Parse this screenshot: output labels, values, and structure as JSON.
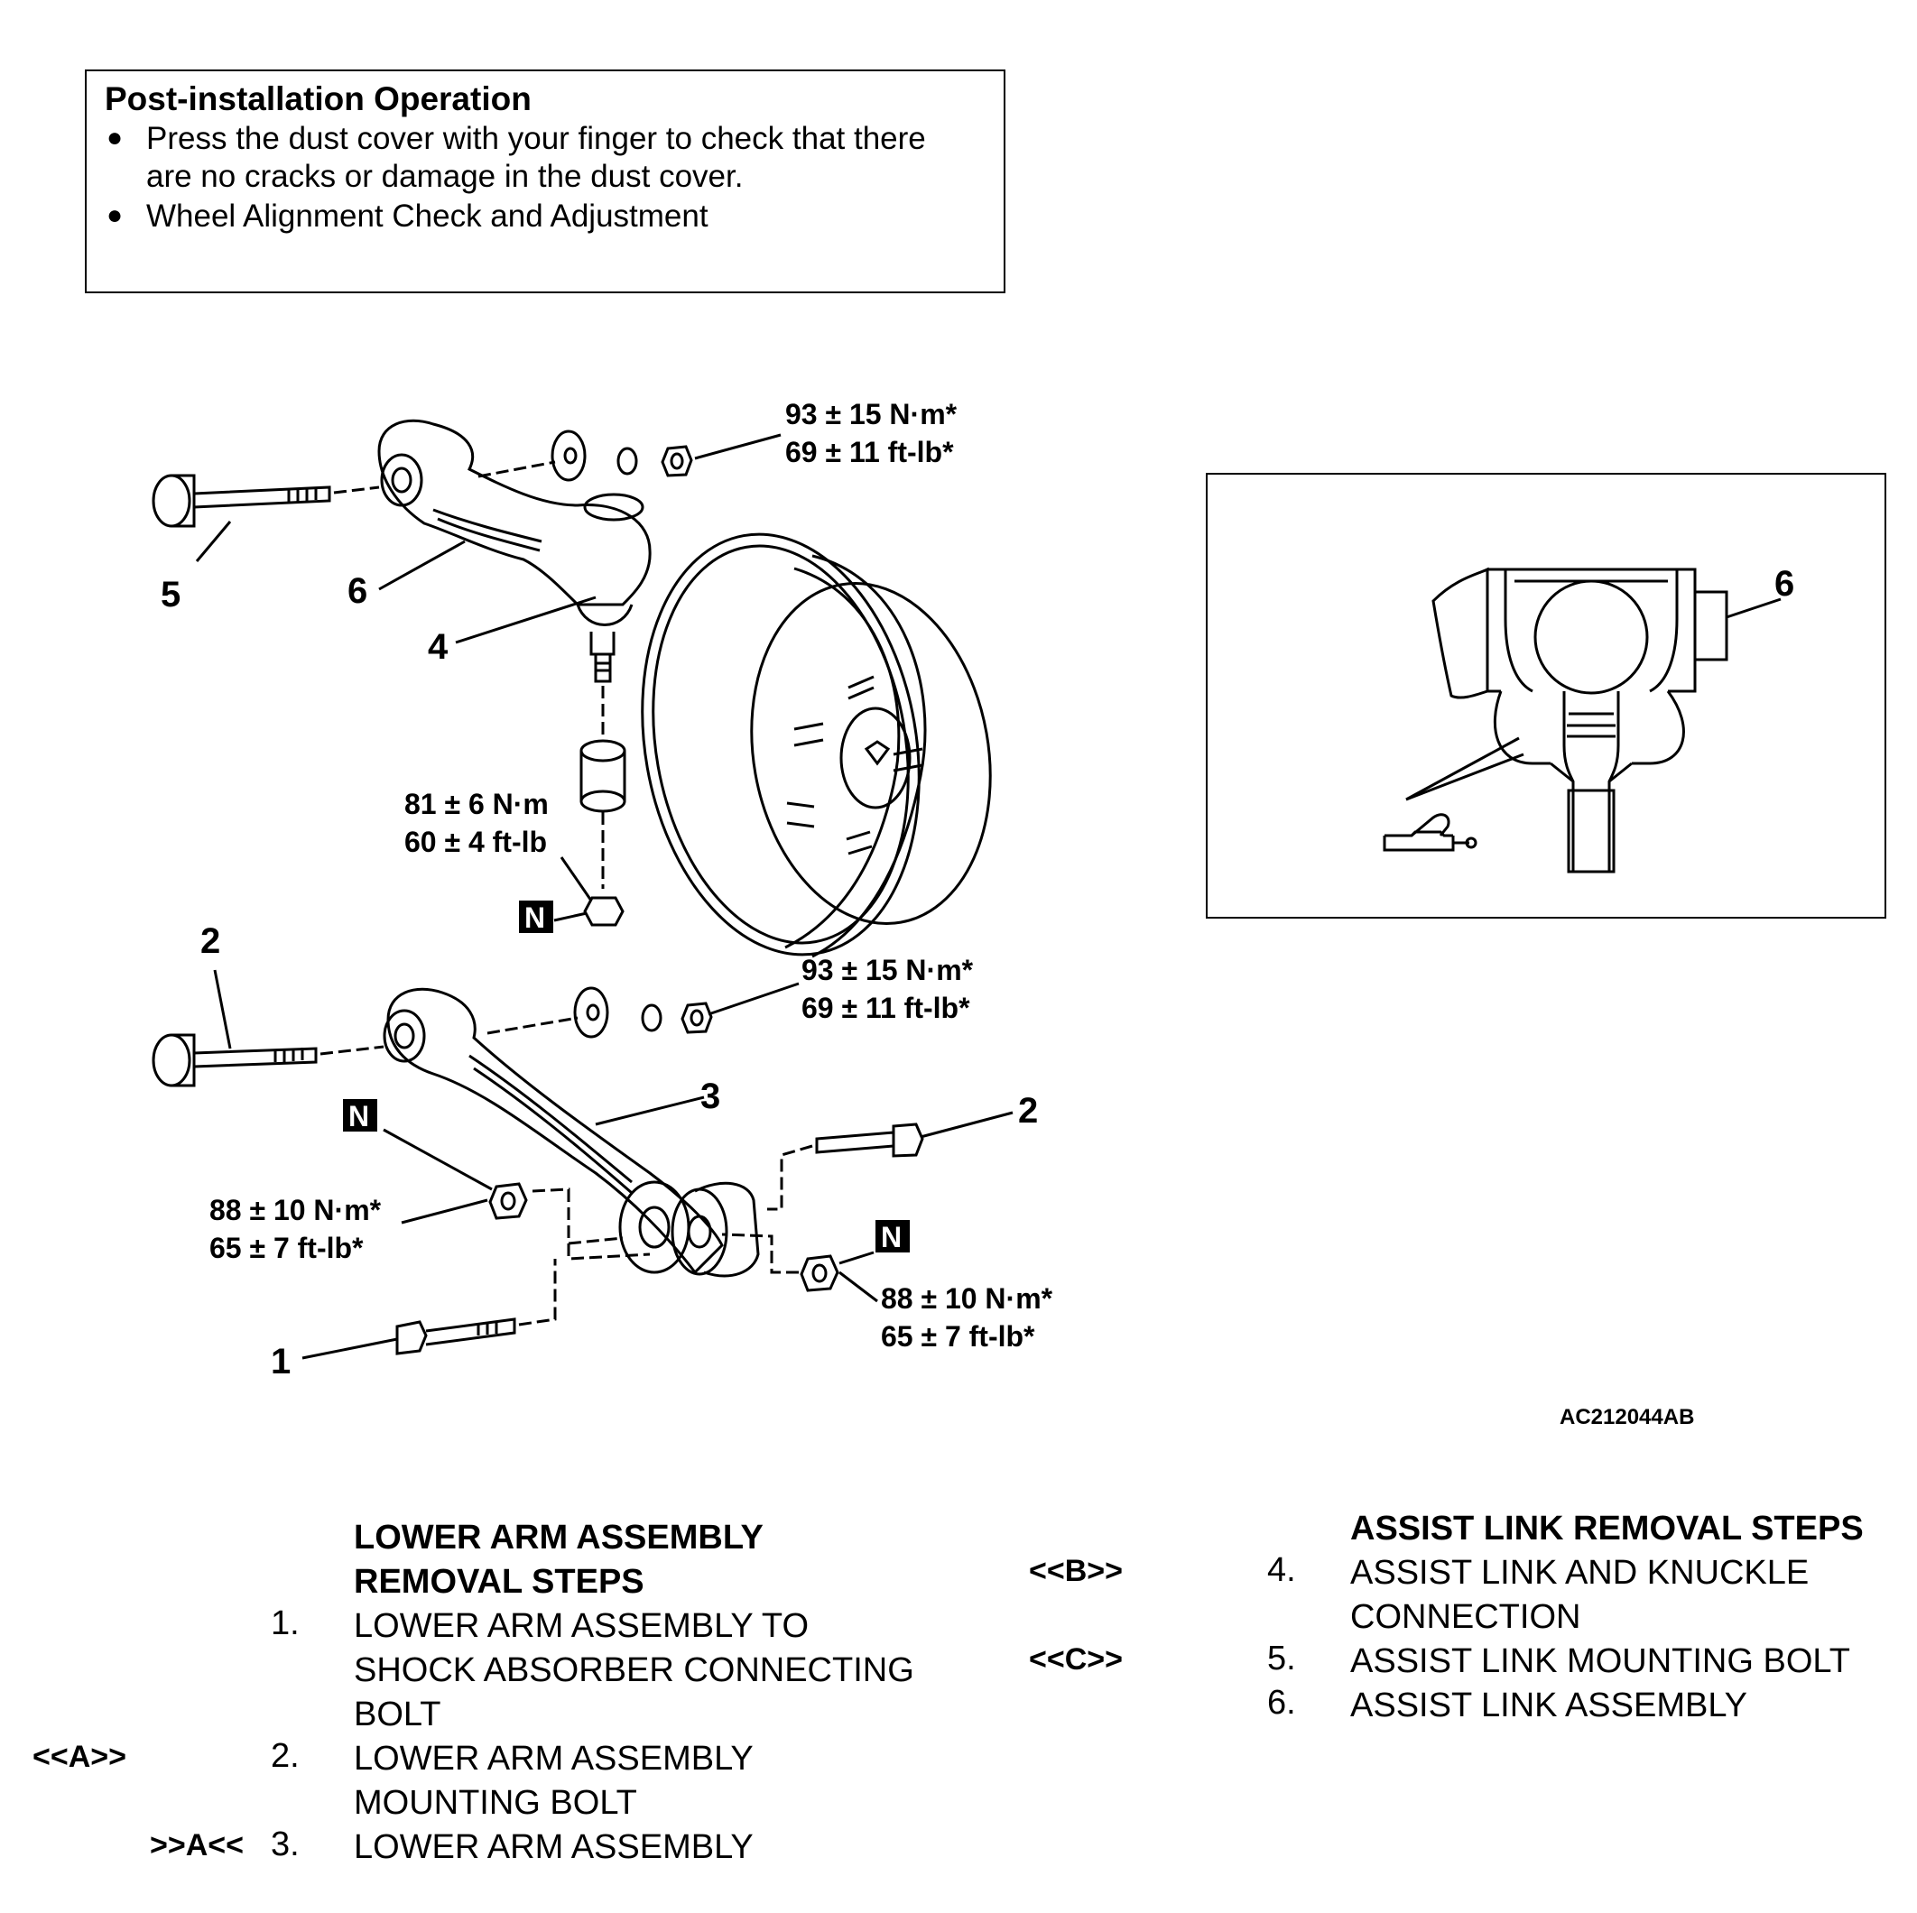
{
  "post_installation": {
    "title": "Post-installation Operation",
    "items": [
      {
        "line1": "Press the dust cover with your finger to check that there",
        "line2": "are no cracks or damage in the dust cover."
      },
      {
        "line1": "Wheel Alignment Check and Adjustment",
        "line2": ""
      }
    ]
  },
  "diagram": {
    "callouts": {
      "c1": "1",
      "c2a": "2",
      "c2b": "2",
      "c3": "3",
      "c4": "4",
      "c5": "5",
      "c6": "6",
      "c6_inset": "6"
    },
    "torques": {
      "upper_nut": {
        "line1": "93 ± 15 N·m*",
        "line2": "69 ± 11 ft-lb*"
      },
      "knuckle_nut": {
        "line1": "81 ± 6 N·m",
        "line2": "60 ± 4 ft-lb"
      },
      "lower_nut": {
        "line1": "93 ± 15 N·m*",
        "line2": "69 ± 11 ft-lb*"
      },
      "shock_nut_left": {
        "line1": "88 ± 10 N·m*",
        "line2": "65 ± 7 ft-lb*"
      },
      "shock_nut_right": {
        "line1": "88 ± 10 N·m*",
        "line2": "65 ± 7 ft-lb*"
      }
    },
    "new_part_badge": "N",
    "figure_code": "AC212044AB"
  },
  "lower_arm": {
    "heading1": "LOWER ARM ASSEMBLY",
    "heading2": "REMOVAL STEPS",
    "steps": [
      {
        "marker": "",
        "num": "1.",
        "lines": [
          "LOWER ARM ASSEMBLY TO",
          "SHOCK ABSORBER CONNECTING",
          "BOLT"
        ]
      },
      {
        "marker": "<<A>>",
        "num": "2.",
        "lines": [
          "LOWER ARM ASSEMBLY",
          "MOUNTING BOLT"
        ]
      },
      {
        "marker": ">>A<<",
        "num": "3.",
        "lines": [
          "LOWER ARM ASSEMBLY"
        ]
      }
    ]
  },
  "assist_link": {
    "heading": "ASSIST LINK REMOVAL STEPS",
    "steps": [
      {
        "marker": "<<B>>",
        "num": "4.",
        "lines": [
          "ASSIST LINK AND KNUCKLE",
          "CONNECTION"
        ]
      },
      {
        "marker": "<<C>>",
        "num": "5.",
        "lines": [
          "ASSIST LINK MOUNTING BOLT"
        ]
      },
      {
        "marker": "",
        "num": "6.",
        "lines": [
          "ASSIST LINK ASSEMBLY"
        ]
      }
    ]
  }
}
